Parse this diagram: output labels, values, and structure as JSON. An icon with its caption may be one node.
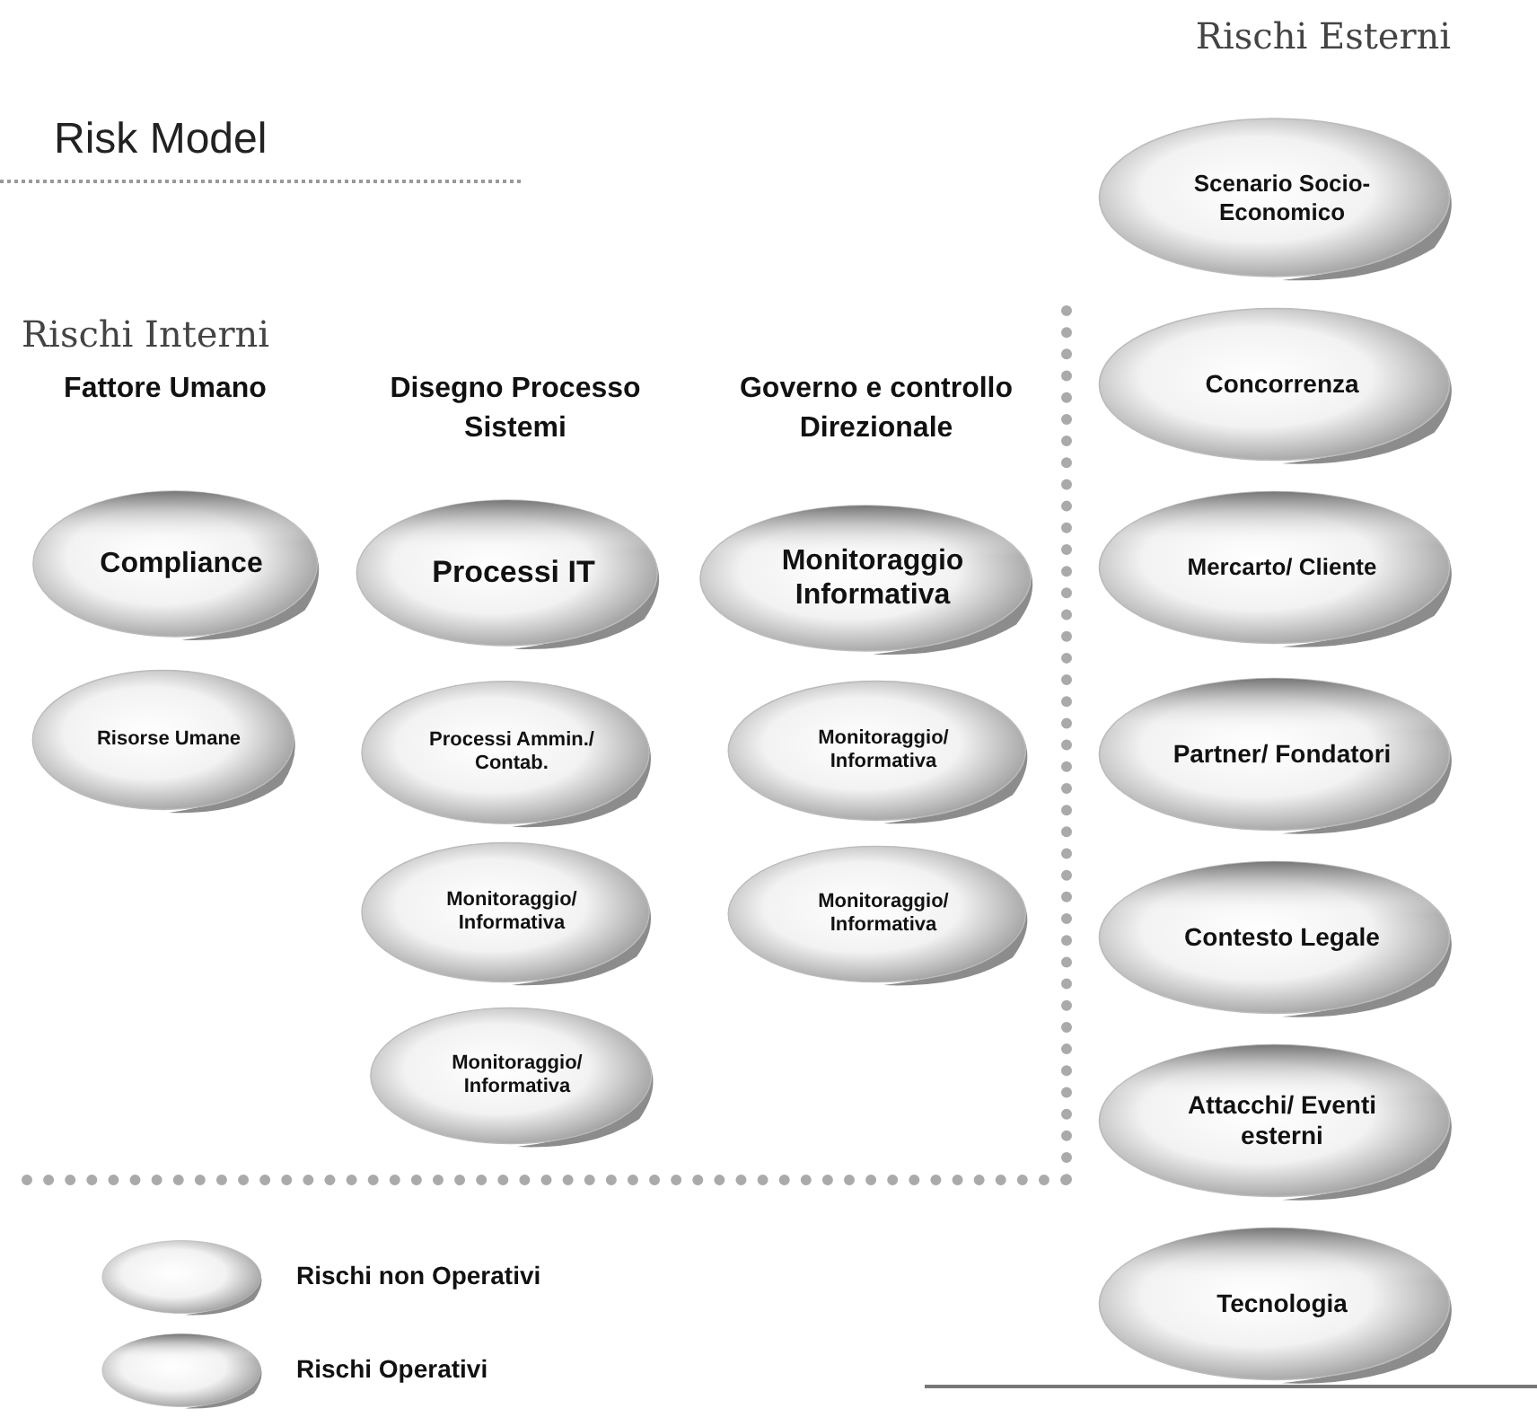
{
  "diagram": {
    "title": "Risk Model",
    "nodes": [
      {
        "text": [
          "Rischi Interni"
        ]
      },
      {
        "text": [
          "Compliance"
        ],
        "in": 0
      },
      {
        "text": [
          "Processi IT"
        ],
        "in": 0
      },
      {
        "text": [
          "Monitoraggio Informativa"
        ],
        "in": 0
      },
      {
        "text": [
          "Risorse Umane"
        ],
        "in": 0
      },
      {
        "text": [
          "Processi Ammin./ Contab."
        ],
        "in": 0
      },
      {
        "text": [
          "Monitoraggio/ Informativa"
        ],
        "in": 0
      },
      {
        "text": [
          "Monitoraggio/ Informativa"
        ],
        "in": 0
      },
      {
        "text": [
          "Monitoraggio/ Informativa"
        ],
        "in": 0
      },
      {
        "text": [
          "Monitoraggio/ Informativa"
        ],
        "in": 0
      },
      {
        "text": [
          "Scenario Socio-Economico"
        ]
      },
      {
        "text": [
          "Concorrenza"
        ]
      },
      {
        "text": [
          "Mercarto/ Cliente"
        ]
      },
      {
        "text": [
          "Partner/ Fondatori"
        ]
      },
      {
        "text": [
          "Contesto Legale"
        ]
      },
      {
        "text": [
          "Attacchi/ Eventi esterni"
        ]
      },
      {
        "text": [
          "Tecnologia"
        ]
      }
    ],
    "edges": [],
    "labels": [
      "Rischi Esterni",
      "Fattore Umano",
      "Disegno Processo Sistemi",
      "Governo e controllo Direzionale"
    ],
    "legend": [
      {
        "text": "Rischi non Operativi"
      },
      {
        "text": "Rischi Operativi"
      }
    ]
  }
}
